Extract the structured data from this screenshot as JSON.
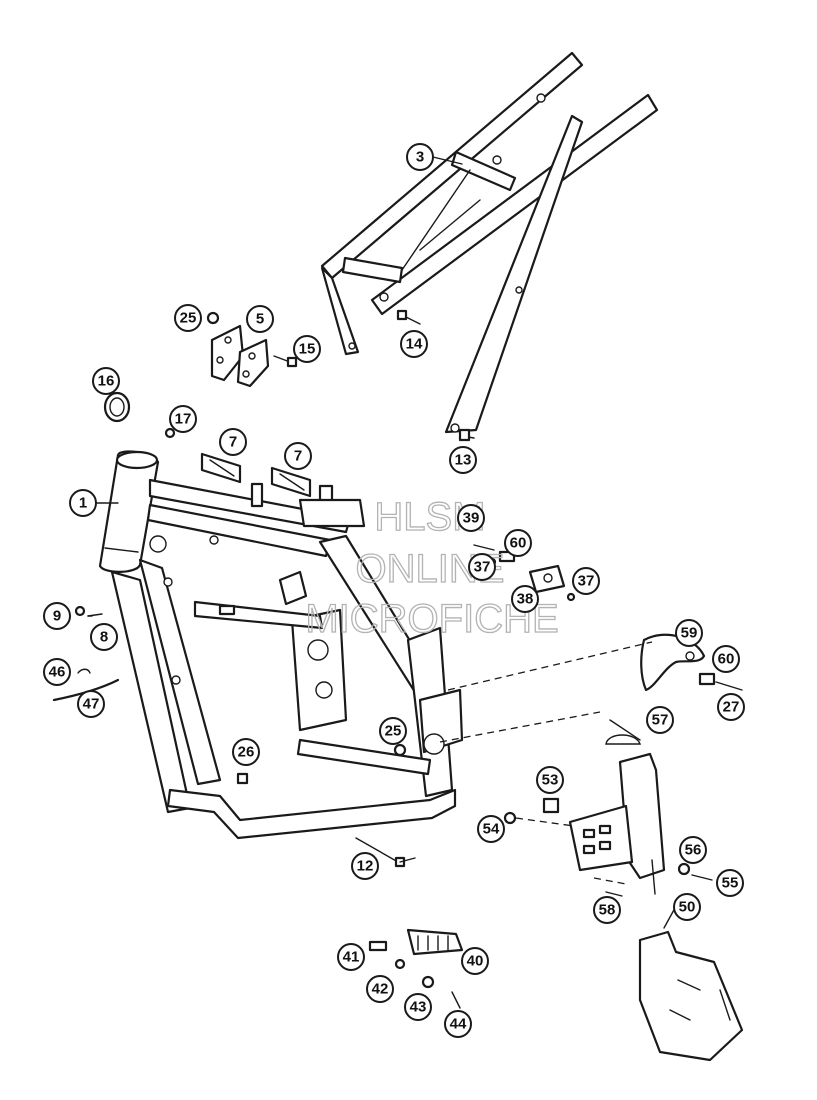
{
  "watermark": {
    "line1": "HLSM",
    "line2": "ONLINE",
    "line3": "MICROFICHE"
  },
  "callouts": [
    {
      "id": "c1",
      "label": "1"
    },
    {
      "id": "c3",
      "label": "3"
    },
    {
      "id": "c5",
      "label": "5"
    },
    {
      "id": "c7a",
      "label": "7"
    },
    {
      "id": "c7b",
      "label": "7"
    },
    {
      "id": "c8",
      "label": "8"
    },
    {
      "id": "c9",
      "label": "9"
    },
    {
      "id": "c12",
      "label": "12"
    },
    {
      "id": "c13",
      "label": "13"
    },
    {
      "id": "c14",
      "label": "14"
    },
    {
      "id": "c15",
      "label": "15"
    },
    {
      "id": "c16",
      "label": "16"
    },
    {
      "id": "c17",
      "label": "17"
    },
    {
      "id": "c25a",
      "label": "25"
    },
    {
      "id": "c25b",
      "label": "25"
    },
    {
      "id": "c26",
      "label": "26"
    },
    {
      "id": "c27",
      "label": "27"
    },
    {
      "id": "c37a",
      "label": "37"
    },
    {
      "id": "c37b",
      "label": "37"
    },
    {
      "id": "c38",
      "label": "38"
    },
    {
      "id": "c39",
      "label": "39"
    },
    {
      "id": "c40",
      "label": "40"
    },
    {
      "id": "c41",
      "label": "41"
    },
    {
      "id": "c42",
      "label": "42"
    },
    {
      "id": "c43",
      "label": "43"
    },
    {
      "id": "c44",
      "label": "44"
    },
    {
      "id": "c46",
      "label": "46"
    },
    {
      "id": "c47",
      "label": "47"
    },
    {
      "id": "c50",
      "label": "50"
    },
    {
      "id": "c53",
      "label": "53"
    },
    {
      "id": "c54",
      "label": "54"
    },
    {
      "id": "c55",
      "label": "55"
    },
    {
      "id": "c56",
      "label": "56"
    },
    {
      "id": "c57",
      "label": "57"
    },
    {
      "id": "c58",
      "label": "58"
    },
    {
      "id": "c59",
      "label": "59"
    },
    {
      "id": "c60a",
      "label": "60"
    },
    {
      "id": "c60b",
      "label": "60"
    }
  ]
}
